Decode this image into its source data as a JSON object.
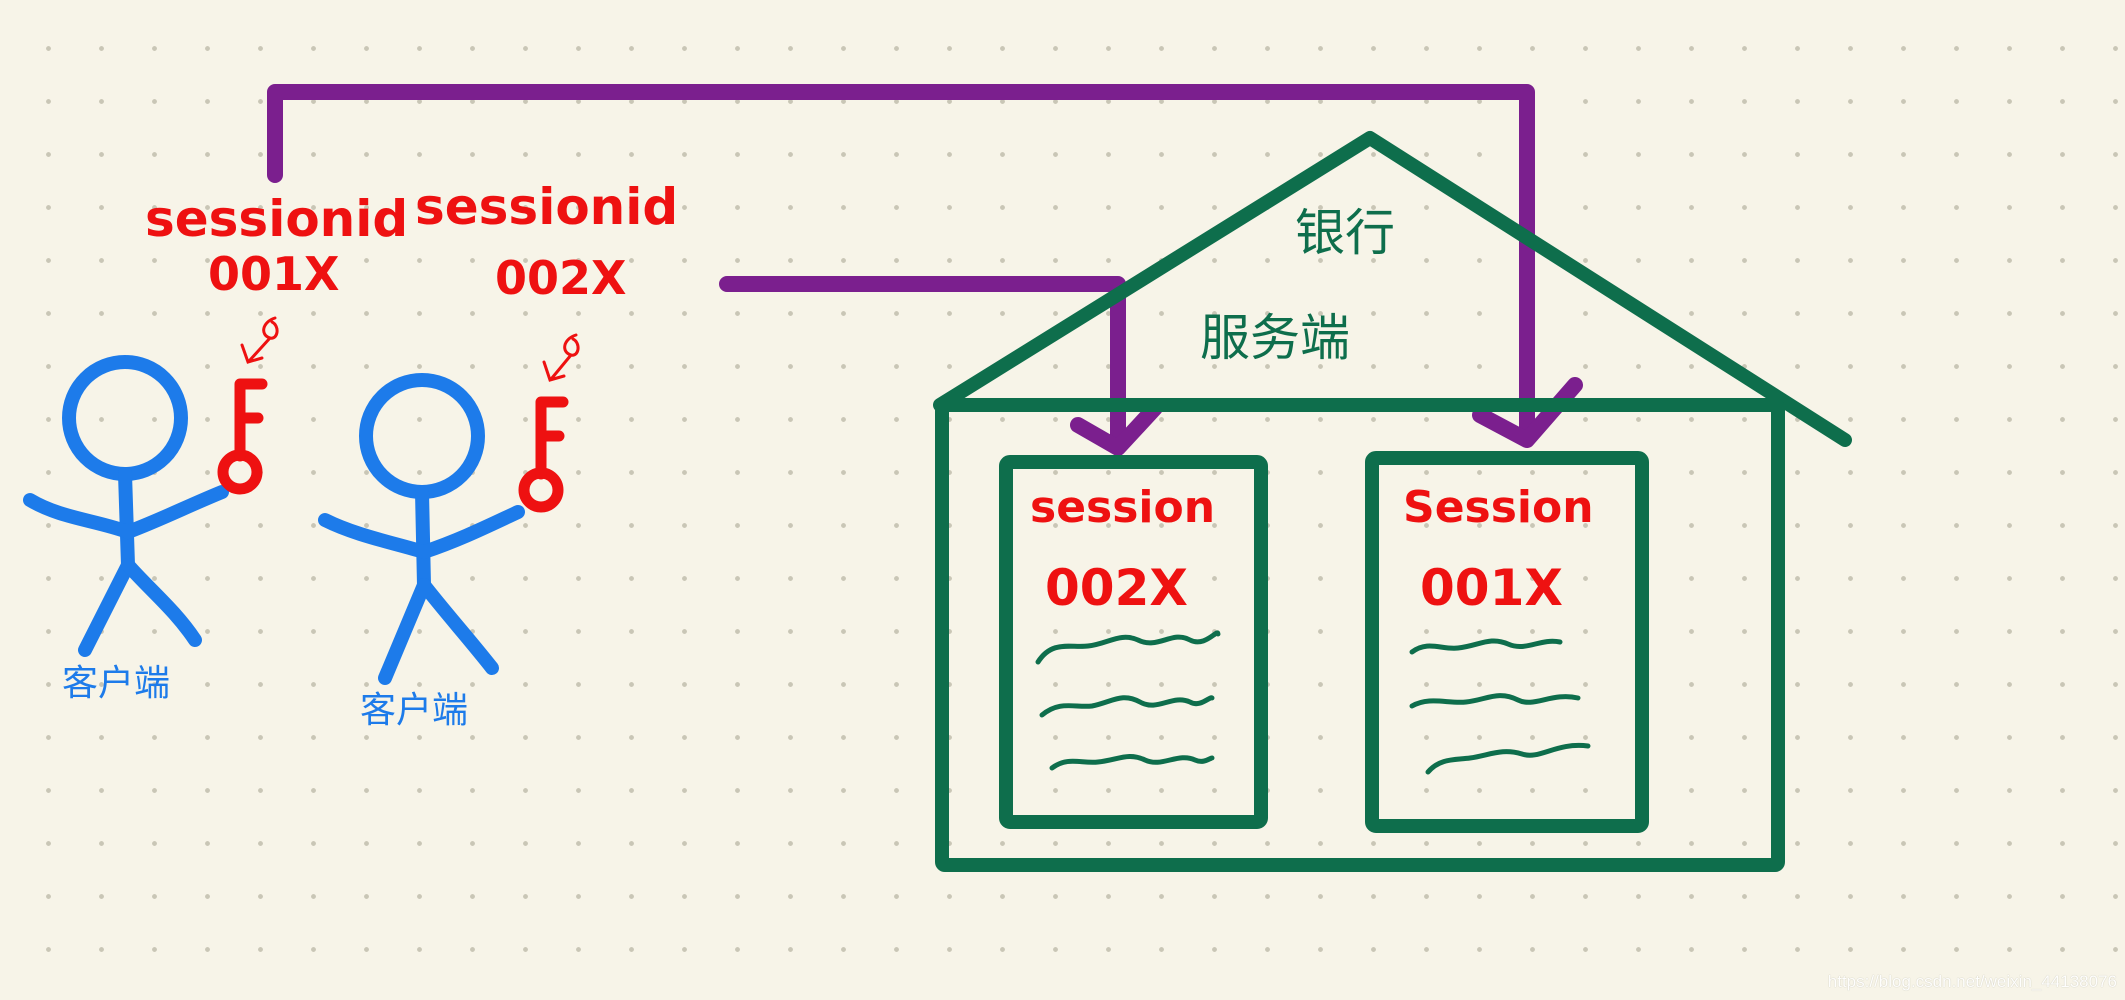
{
  "colors": {
    "client": "#1d7bea",
    "key": "#ee1111",
    "server": "#0e6e4c",
    "arrow": "#7b1f8e",
    "label": "#ee1111",
    "background": "#f7f4e8"
  },
  "clients": [
    {
      "label": "客户端",
      "session_label": "sessionid",
      "session_value": "001X",
      "icon": "stick-figure-icon",
      "key_icon": "key-icon"
    },
    {
      "label": "客户端",
      "session_label": "sessionid",
      "session_value": "002X",
      "icon": "stick-figure-icon",
      "key_icon": "key-icon"
    }
  ],
  "server": {
    "roof_label": "银行",
    "label": "服务端",
    "icon": "house-icon",
    "sessions": [
      {
        "title": "session",
        "id": "002X"
      },
      {
        "title": "Session",
        "id": "001X"
      }
    ]
  },
  "watermark": "https://blog.csdn.net/weixin_44138076"
}
